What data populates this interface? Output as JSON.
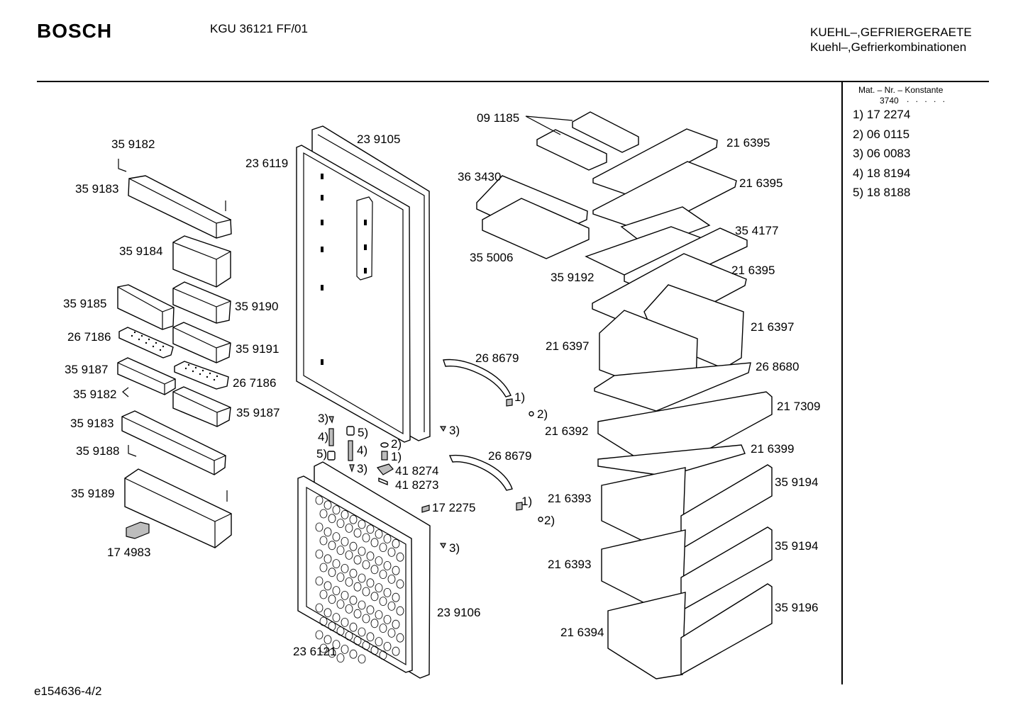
{
  "header": {
    "brand": "BOSCH",
    "model": "KGU 36121 FF/01",
    "category_line1": "KUEHL–,GEFRIERGERAETE",
    "category_line2": "Kuehl–,Gefrierkombinationen"
  },
  "sidebar": {
    "heading": "Mat. – Nr. – Konstante",
    "constant": "3740",
    "constant_dots": ". . . . .",
    "items": [
      {
        "ref": "1)",
        "number": "17 2274"
      },
      {
        "ref": "2)",
        "number": "06 0115"
      },
      {
        "ref": "3)",
        "number": "06 0083"
      },
      {
        "ref": "4)",
        "number": "18 8194"
      },
      {
        "ref": "5)",
        "number": "18 8188"
      }
    ]
  },
  "callouts": {
    "c359182a": "35 9182",
    "c359183a": "35 9183",
    "c359184": "35 9184",
    "c359185": "35 9185",
    "c359190": "35 9190",
    "c267186a": "26 7186",
    "c359191": "35 9191",
    "c359187a": "35 9187",
    "c267186b": "26 7186",
    "c359182b": "35 9182",
    "c359187b": "35 9187",
    "c359183b": "35 9183",
    "c359188": "35 9188",
    "c359189": "35 9189",
    "c174983": "17 4983",
    "c239105": "23 9105",
    "c236119": "23 6119",
    "c091185": "09 1185",
    "c363430": "36 3430",
    "c355006": "35 5006",
    "c216395a": "21 6395",
    "c216395b": "21 6395",
    "c354177": "35 4177",
    "c359192": "35 9192",
    "c216395c": "21 6395",
    "c216397a": "21 6397",
    "c216397b": "21 6397",
    "c268679a": "26 8679",
    "c268680": "26 8680",
    "c217309": "21 7309",
    "c216392": "21 6392",
    "c216399": "21 6399",
    "c268679b": "26 8679",
    "c418274": "41 8274",
    "c418273": "41 8273",
    "c172275": "17 2275",
    "c216393a": "21 6393",
    "c359194a": "35 9194",
    "c216393b": "21 6393",
    "c359194b": "35 9194",
    "c359196": "35 9196",
    "c216394": "21 6394",
    "c239106": "23 9106",
    "c236121": "23 6121",
    "r3a": "3)",
    "r4a": "4)",
    "r5a": "5)",
    "r5b": "5)",
    "r4b": "4)",
    "r3b": "3)",
    "r2a": "2)",
    "r1a": "1)",
    "r1b": "1)",
    "r2b": "2)",
    "r3c": "3)",
    "r1c": "1)",
    "r2c": "2)",
    "r3d": "3)"
  },
  "footer": {
    "drawing_id": "e154636-4/2"
  }
}
